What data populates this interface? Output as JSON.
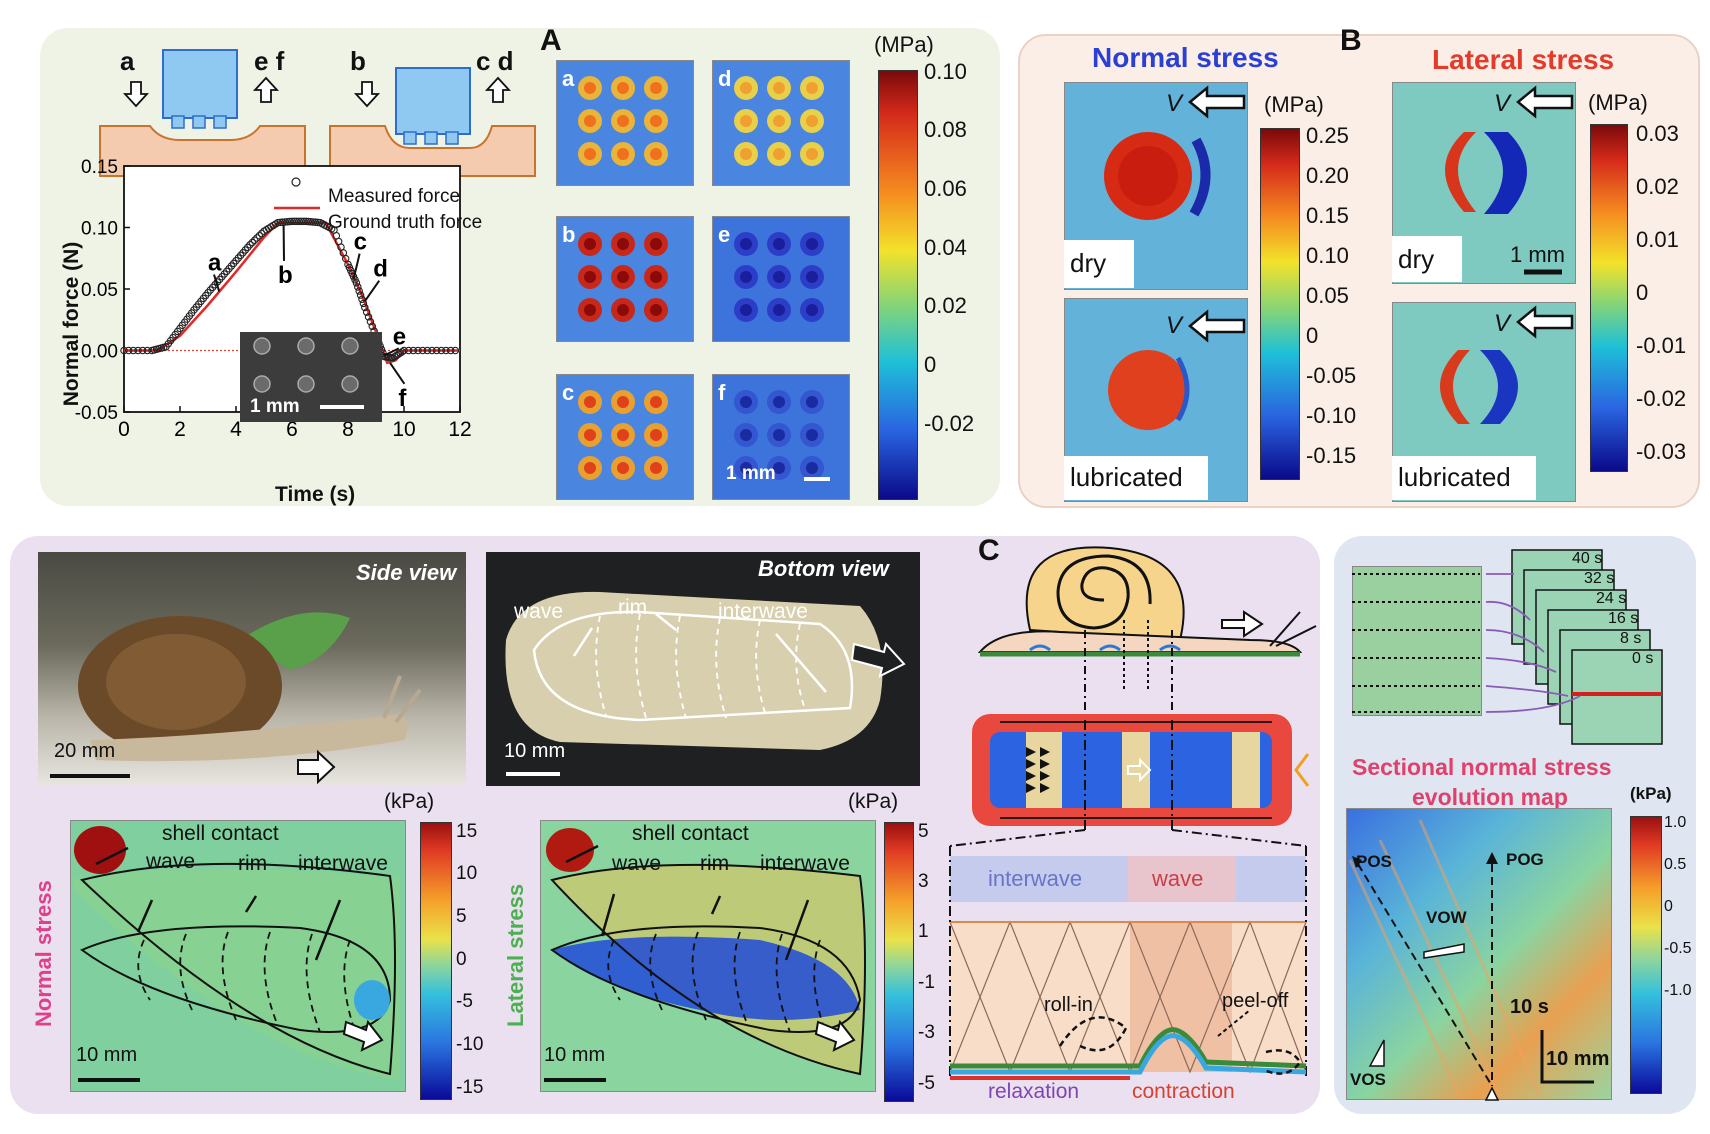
{
  "panel_labels": {
    "A": "A",
    "B": "B",
    "C": "C"
  },
  "topleft": {
    "stage_letters_left": {
      "a": "a",
      "ef": "e f"
    },
    "stage_letters_right": {
      "b": "b",
      "cd": "c d"
    },
    "scale_bar": "1 mm"
  },
  "chart_data": {
    "type": "line",
    "xlabel": "Time (s)",
    "ylabel": "Normal force (N)",
    "xlim": [
      0,
      12
    ],
    "ylim": [
      -0.05,
      0.15
    ],
    "xticks": [
      "0",
      "2",
      "4",
      "6",
      "8",
      "10",
      "12"
    ],
    "yticks": [
      "0.15",
      "0.10",
      "0.05",
      "0.00",
      "-0.05"
    ],
    "legend": [
      "Measured force",
      "Ground truth force"
    ],
    "annotations": [
      "a",
      "b",
      "c",
      "d",
      "e",
      "f"
    ],
    "series": [
      {
        "name": "Measured force",
        "x": [
          0,
          1,
          1.5,
          2,
          2.5,
          3,
          3.5,
          4,
          4.5,
          5,
          5.5,
          6,
          6.5,
          7,
          7.5,
          8,
          8.3,
          8.6,
          9,
          9.3,
          9.6,
          10,
          11,
          12
        ],
        "y": [
          0,
          0,
          0.003,
          0.018,
          0.033,
          0.047,
          0.06,
          0.073,
          0.086,
          0.097,
          0.104,
          0.105,
          0.105,
          0.104,
          0.098,
          0.07,
          0.055,
          0.035,
          0.012,
          -0.005,
          -0.006,
          0,
          0,
          0
        ]
      },
      {
        "name": "Ground truth force",
        "x": [
          0,
          1.2,
          2,
          3,
          4,
          5,
          5.5,
          7.2,
          8,
          8.5,
          9,
          9.4,
          9.7,
          10,
          12
        ],
        "y": [
          0,
          0,
          0.012,
          0.037,
          0.064,
          0.092,
          0.104,
          0.104,
          0.07,
          0.045,
          0.015,
          -0.01,
          -0.008,
          0,
          0
        ]
      }
    ]
  },
  "panelA": {
    "sub_labels": [
      "a",
      "b",
      "c",
      "d",
      "e",
      "f"
    ],
    "scale_bar": "1 mm",
    "colorbar_unit": "(MPa)",
    "colorbar_ticks": [
      "0.10",
      "0.08",
      "0.06",
      "0.04",
      "0.02",
      "0",
      "-0.02"
    ]
  },
  "panelB": {
    "normal_title": "Normal stress",
    "lateral_title": "Lateral stress",
    "velocity": "V",
    "dry": "dry",
    "lubricated": "lubricated",
    "scale_bar": "1 mm",
    "normal_unit": "(MPa)",
    "normal_ticks": [
      "0.25",
      "0.20",
      "0.15",
      "0.10",
      "0.05",
      "0",
      "-0.05",
      "-0.10",
      "-0.15"
    ],
    "lateral_unit": "(MPa)",
    "lateral_ticks": [
      "0.03",
      "0.02",
      "0.01",
      "0",
      "-0.01",
      "-0.02",
      "-0.03"
    ]
  },
  "bottom": {
    "side_view": "Side view",
    "bottom_view": "Bottom view",
    "scale_20": "20 mm",
    "scale_10": "10 mm",
    "wave": "wave",
    "rim": "rim",
    "interwave": "interwave",
    "shell_contact": "shell contact",
    "normal_stress": "Normal stress",
    "lateral_stress": "Lateral stress",
    "kpa": "(kPa)",
    "normal_ticks": [
      "15",
      "10",
      "5",
      "0",
      "-5",
      "-10",
      "-15"
    ],
    "lateral_ticks": [
      "5",
      "3",
      "1",
      "-1",
      "-3",
      "-5"
    ]
  },
  "panelC": {
    "interwave": "interwave",
    "wave": "wave",
    "roll_in": "roll-in",
    "peel_off": "peel-off",
    "relaxation": "relaxation",
    "contraction": "contraction"
  },
  "right": {
    "times": [
      "40 s",
      "32 s",
      "24 s",
      "16 s",
      "8 s",
      "0 s"
    ],
    "title_line1": "Sectional normal stress",
    "title_line2": "evolution map",
    "kpa": "(kPa)",
    "ticks": [
      "1.0",
      "0.5",
      "0",
      "-0.5",
      "-1.0"
    ],
    "pos": "POS",
    "pog": "POG",
    "vow": "VOW",
    "vos": "VOS",
    "time_scale": "10 s",
    "len_scale": "10 mm"
  }
}
